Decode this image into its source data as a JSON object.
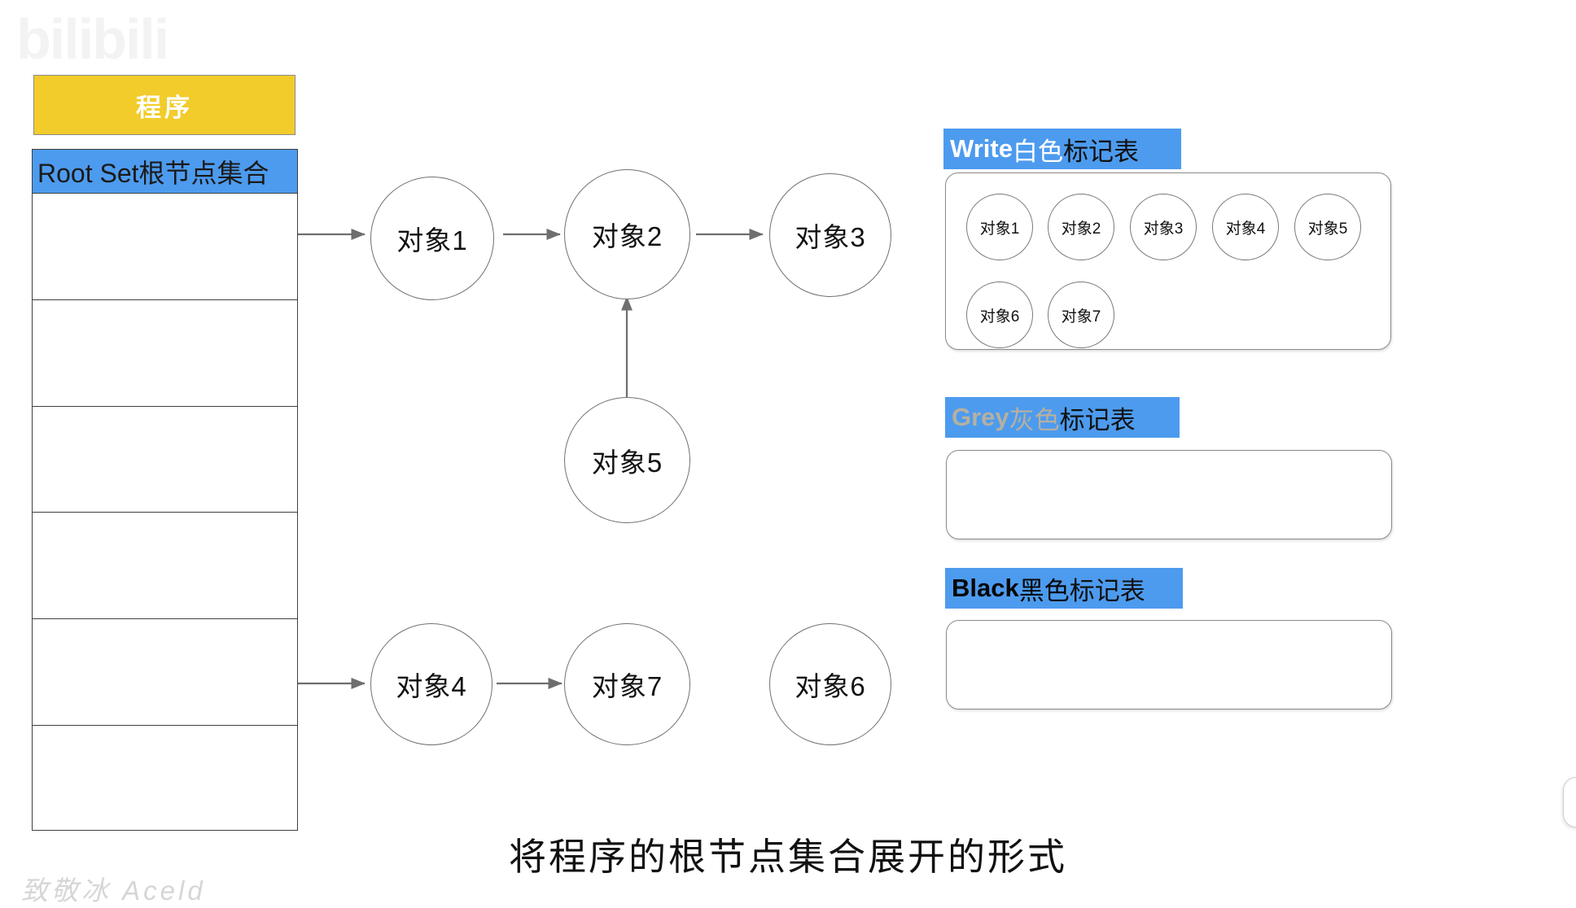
{
  "watermarks": {
    "top": "bilibili",
    "bottom": "致敬冰 Aceld"
  },
  "left_panel": {
    "program_label": "程序",
    "rootset_header": "Root Set根节点集合",
    "rootset_rows": [
      "",
      "",
      "",
      "",
      "",
      ""
    ]
  },
  "graph": {
    "nodes": [
      {
        "id": "obj1",
        "label": "对象1"
      },
      {
        "id": "obj2",
        "label": "对象2"
      },
      {
        "id": "obj3",
        "label": "对象3"
      },
      {
        "id": "obj5",
        "label": "对象5"
      },
      {
        "id": "obj4",
        "label": "对象4"
      },
      {
        "id": "obj7",
        "label": "对象7"
      },
      {
        "id": "obj6",
        "label": "对象6"
      }
    ],
    "edges": [
      {
        "from": "root-row-1",
        "to": "obj1"
      },
      {
        "from": "obj1",
        "to": "obj2"
      },
      {
        "from": "obj2",
        "to": "obj3"
      },
      {
        "from": "obj5",
        "to": "obj2"
      },
      {
        "from": "root-row-5",
        "to": "obj4"
      },
      {
        "from": "obj4",
        "to": "obj7"
      }
    ]
  },
  "mark_tables": [
    {
      "key": "white",
      "title_en": "Write",
      "title_cn": " 白色",
      "title_tail": "标记表",
      "items": [
        "对象1",
        "对象2",
        "对象3",
        "对象4",
        "对象5",
        "对象6",
        "对象7"
      ]
    },
    {
      "key": "grey",
      "title_en": "Grey",
      "title_cn": " 灰色",
      "title_tail": "标记表",
      "items": []
    },
    {
      "key": "black",
      "title_en": "Black",
      "title_cn": " 黑色",
      "title_tail": "标记表",
      "items": []
    }
  ],
  "caption": "将程序的根节点集合展开的形式",
  "colors": {
    "accent_blue": "#4d9bee",
    "program_yellow": "#f2cc2b",
    "node_stroke": "#707070",
    "grey_text": "#b5b0a1"
  }
}
